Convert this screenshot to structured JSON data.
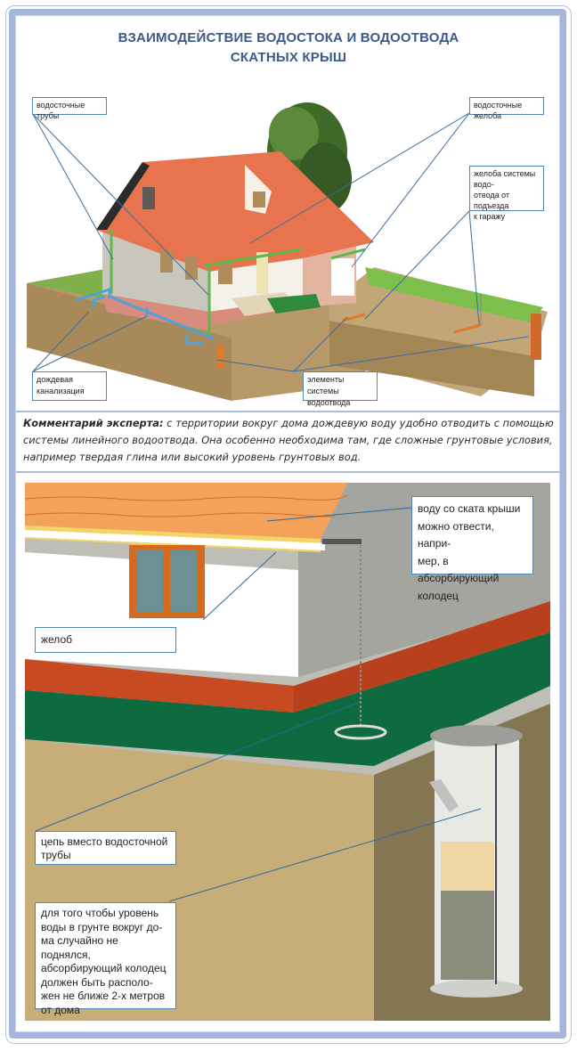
{
  "title": {
    "line1": "ВЗАИМОДЕЙСТВИЕ ВОДОСТОКА И ВОДООТВОДА",
    "line2": "СКАТНЫХ КРЫШ"
  },
  "top_diagram": {
    "labels": {
      "downpipes": "водосточные трубы",
      "gutters": "водосточные желоба",
      "garage_channels": [
        "желоба системы водо-",
        "отвода от подъезда",
        "к гаражу"
      ],
      "rain_sewer": [
        "дождевая",
        "канализация"
      ],
      "drainage_elements": [
        "элементы системы",
        "водоотвода"
      ]
    }
  },
  "comment": {
    "lead": "Комментарий эксперта:",
    "text": " с территории вокруг дома дождевую воду удобно отводить с помощью системы линейного водоотвода. Она особенно необходима там, где сложные грунтовые условия, например твердая глина или высокий уровень грунтовых вод."
  },
  "bottom_diagram": {
    "labels": {
      "roof_water": [
        "воду со ската крыши",
        "можно отвести, напри-",
        "мер, в абсорбирующий",
        "колодец"
      ],
      "gutter": "желоб",
      "chain": [
        "цепь вместо водосточной",
        "трубы"
      ],
      "well_distance": [
        "для того чтобы уровень",
        "воды в грунте вокруг до-",
        "ма случайно не поднялся,",
        "абсорбирующий колодец",
        "должен быть располо-",
        "жен не ближе 2-х метров",
        "от дома"
      ]
    }
  },
  "colors": {
    "frame": "#a6b6dd",
    "title": "#3b5a8a",
    "callout_border": "#4f86b5",
    "roof": "#e8744f",
    "grass": "#0e6a3f",
    "soil": "#c7ad78",
    "brick": "#c84a22"
  }
}
